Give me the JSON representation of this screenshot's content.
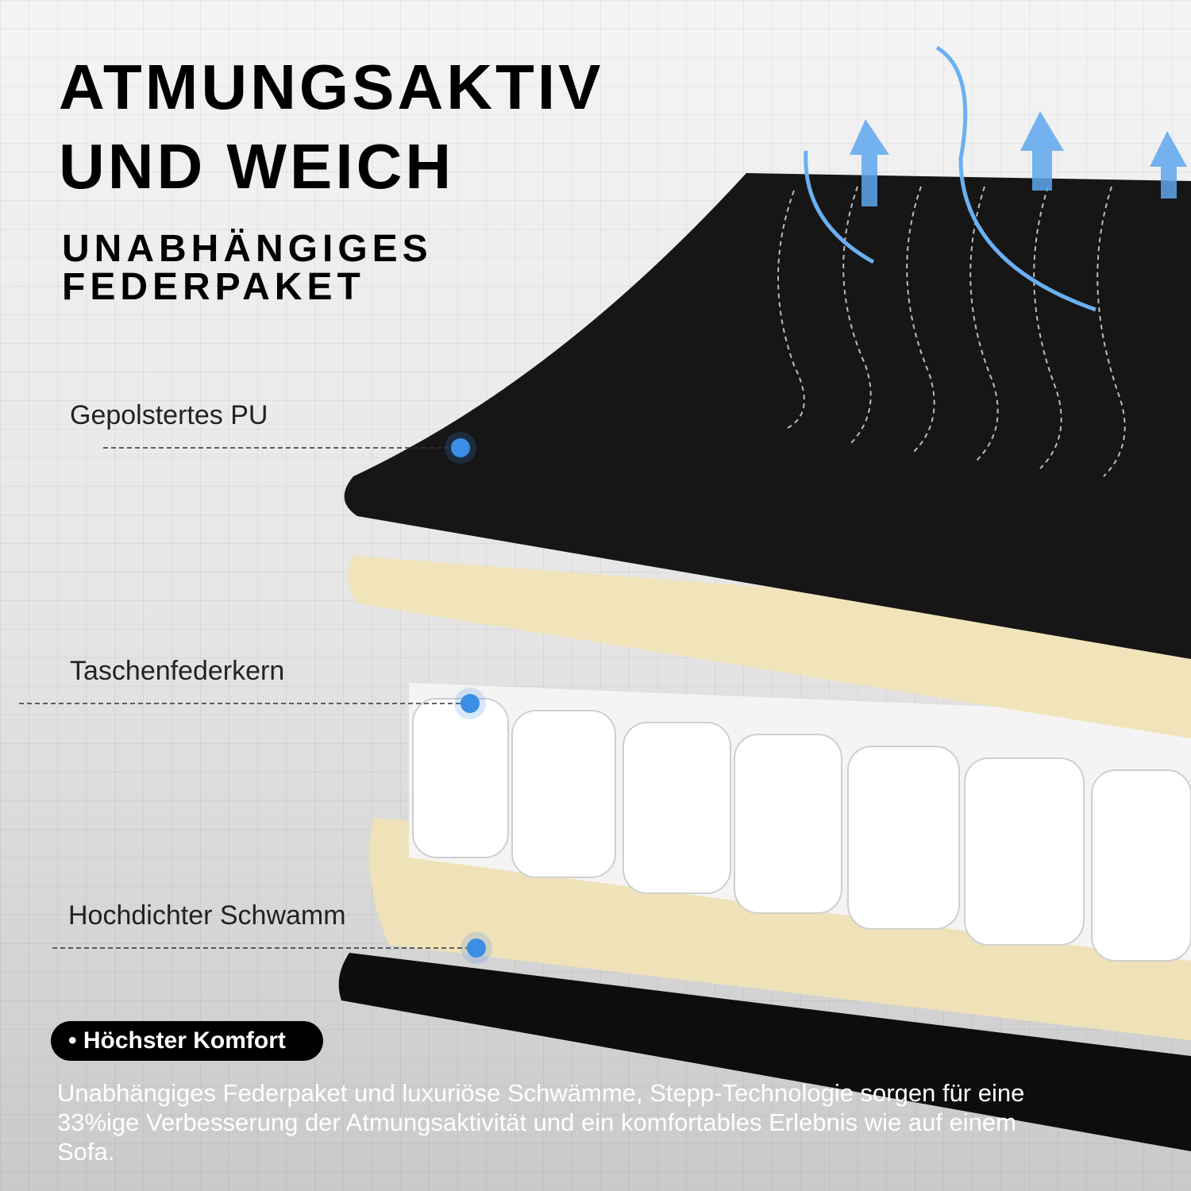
{
  "headline": {
    "line1": "ATMUNGSAKTIV",
    "line2": "UND WEICH"
  },
  "subheadline": {
    "line1": "UNABHÄNGIGES",
    "line2": "FEDERPAKET"
  },
  "layers": [
    {
      "label": "Gepolstertes PU"
    },
    {
      "label": "Taschenfederkern"
    },
    {
      "label": "Hochdichter Schwamm"
    }
  ],
  "badge": {
    "bullet": "•",
    "text": "Höchster Komfort"
  },
  "description": "Unabhängiges Federpaket und luxuriöse Schwämme, Stepp-Technologie sorgen für eine 33%ige Verbesserung der Atmungsaktivität und ein komfortables Erlebnis wie auf einem Sofa.",
  "colors": {
    "accent": "#3a8ee6",
    "foam": "#f3e7bd",
    "pu": "#111111"
  }
}
